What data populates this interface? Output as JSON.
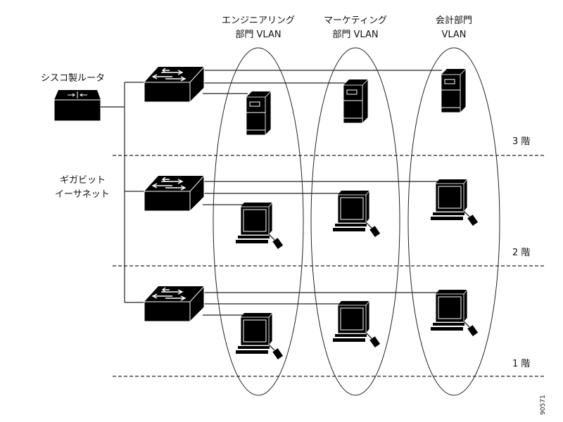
{
  "router": {
    "label": "シスコ製ルータ"
  },
  "backbone": {
    "label_line1": "ギガビット",
    "label_line2": "イーサネット"
  },
  "vlans": [
    {
      "line1": "エンジニアリング",
      "line2": "部門 VLAN"
    },
    {
      "line1": "マーケティング",
      "line2": "部門 VLAN"
    },
    {
      "line1": "会計部門",
      "line2": "VLAN"
    }
  ],
  "floors": [
    {
      "label": "3 階",
      "device": "server"
    },
    {
      "label": "2 階",
      "device": "workstation"
    },
    {
      "label": "1 階",
      "device": "workstation"
    }
  ],
  "figure_id": "90571"
}
